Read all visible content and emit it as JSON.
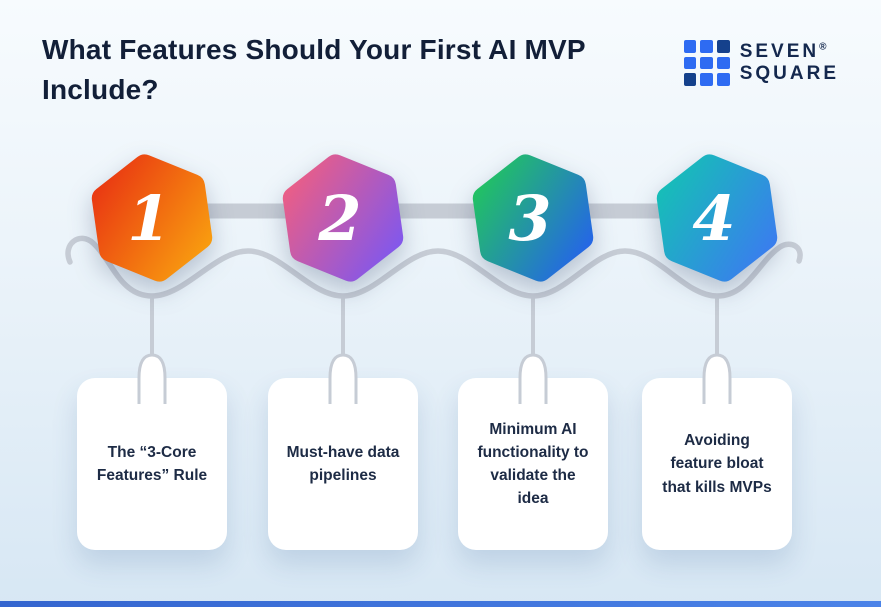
{
  "title": "What Features Should Your First AI MVP Include?",
  "logo": {
    "name_line1": "SEVEN",
    "name_line2": "SQUARE",
    "registered_mark": "®"
  },
  "steps": [
    {
      "number": "1",
      "label": "The “3-Core Features” Rule",
      "color_start": "#e93512",
      "color_end": "#f9a00f"
    },
    {
      "number": "2",
      "label": "Must-have data pipelines",
      "color_start": "#ee5e83",
      "color_end": "#7e57ef"
    },
    {
      "number": "3",
      "label": "Minimum AI functionality to validate the idea",
      "color_start": "#22c55e",
      "color_end": "#2563eb"
    },
    {
      "number": "4",
      "label": "Avoiding feature bloat that kills MVPs",
      "color_start": "#15c0b6",
      "color_end": "#3b7bf0"
    }
  ],
  "colors": {
    "background_top": "#f7fbfe",
    "background_bottom": "#d7e7f4",
    "connector_gray": "#c6ccd5",
    "title_text": "#121f38",
    "card_text": "#1d2b45",
    "brand_blue": "#2e6bf2",
    "brand_navy": "#15418c",
    "bottom_bar_blue": "#3a6ccf"
  }
}
